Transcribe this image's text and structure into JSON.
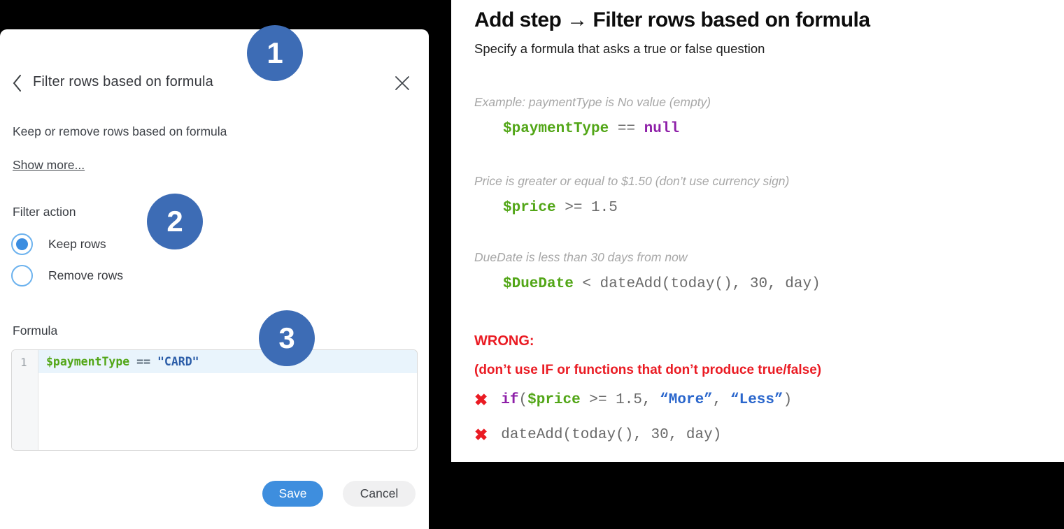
{
  "colors": {
    "badge_blue": "#3d6cb5",
    "save_blue": "#3e8ede",
    "radio_blue": "#3b8de0",
    "radio_ring": "#6cb2ee",
    "code_green": "#52a617",
    "code_purple": "#8e1fa8",
    "string_navy": "#2b5da8",
    "string_blue": "#2a66cc",
    "wrong_red": "#ea1b23",
    "active_line": "#e9f4fc"
  },
  "dialog": {
    "title": "Filter rows based on formula",
    "back_icon": "chevron-left",
    "close_icon": "x",
    "description": "Keep or remove rows based on formula",
    "show_more": "Show more...",
    "filter_action_label": "Filter action",
    "radios": [
      {
        "label": "Keep rows",
        "selected": true
      },
      {
        "label": "Remove rows",
        "selected": false
      }
    ],
    "formula_label": "Formula",
    "editor": {
      "line_number": "1",
      "tokens": [
        {
          "t": "$paymentType",
          "c": "var"
        },
        {
          "t": " == ",
          "c": "eq"
        },
        {
          "t": "\"CARD\"",
          "c": "strnavy"
        }
      ]
    },
    "save_label": "Save",
    "cancel_label": "Cancel",
    "badges": [
      "1",
      "2",
      "3"
    ]
  },
  "panel": {
    "title": "Add step → Filter rows based on formula",
    "subtitle": "Specify a formula that asks a true or false question",
    "examples": [
      {
        "caption": "Example: paymentType is No value (empty)",
        "tokens": [
          {
            "t": "$paymentType",
            "c": "var"
          },
          {
            "t": " == ",
            "c": "op"
          },
          {
            "t": "null",
            "c": "kw"
          }
        ]
      },
      {
        "caption": "Price is greater or equal to $1.50 (don’t use currency sign)",
        "tokens": [
          {
            "t": "$price",
            "c": "var"
          },
          {
            "t": " >= 1.5",
            "c": "op"
          }
        ]
      },
      {
        "caption": "DueDate is less than 30 days from now",
        "tokens": [
          {
            "t": "$DueDate",
            "c": "var"
          },
          {
            "t": " < dateAdd(today(), 30, day)",
            "c": "op"
          }
        ]
      }
    ],
    "wrong": {
      "heading": "WRONG:",
      "note": "(don’t use IF or functions that don’t produce true/false)",
      "x_icon": "✖",
      "items": [
        {
          "tokens": [
            {
              "t": "if",
              "c": "kw"
            },
            {
              "t": "(",
              "c": "op"
            },
            {
              "t": "$price",
              "c": "var"
            },
            {
              "t": " >= 1.5, ",
              "c": "op"
            },
            {
              "t": "“More”",
              "c": "str"
            },
            {
              "t": ", ",
              "c": "op"
            },
            {
              "t": "“Less”",
              "c": "str"
            },
            {
              "t": ")",
              "c": "op"
            }
          ]
        },
        {
          "tokens": [
            {
              "t": "dateAdd(today(), 30, day)",
              "c": "op"
            }
          ]
        }
      ]
    }
  }
}
